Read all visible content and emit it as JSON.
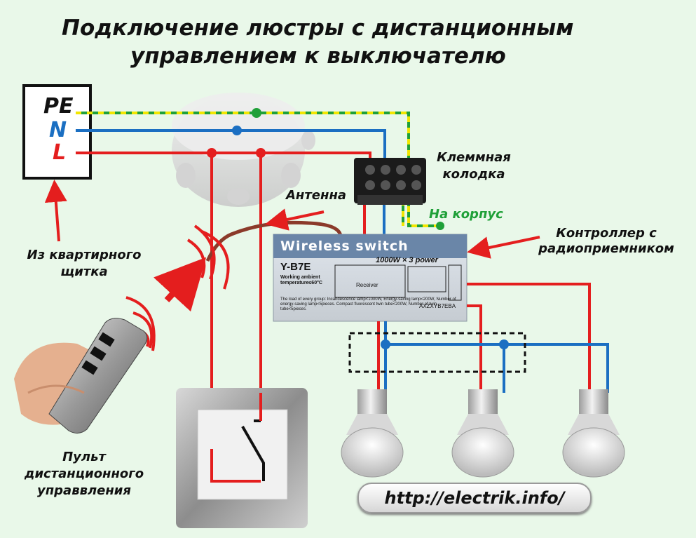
{
  "title": {
    "line1": "Подключение люстры с дистанционным",
    "line2": "управлением к выключателю"
  },
  "panel": {
    "pe": "PE",
    "n": "N",
    "l": "L"
  },
  "labels": {
    "terminal_block": "Клеммная колодка",
    "antenna": "Антенна",
    "to_chassis": "На корпус",
    "controller": "Контроллер с радиоприемником",
    "from_panel": "Из квартирного щитка",
    "remote": "Пульт дистанционного управвления"
  },
  "device": {
    "name": "Wireless switch",
    "model": "Y-B7E",
    "power": "1000W × 3 power",
    "ambient": "Working ambient temperature≤60°C",
    "receiver": "Receiver",
    "code": "AXZXYB7EBA",
    "load_text": "The load of every group: Incandescence lamp<1000W, Energy-saving lamp<200W, Number of energy-saving lamp<5pieces. Compact fluorescent twin tube<200W, Number of twin tube<5pieces."
  },
  "website": "http://electrik.info/",
  "colors": {
    "background": "#e9f8e9",
    "phase_wire": "#e41e1e",
    "neutral_wire": "#1b6fc2",
    "pe_wire_green": "#1fa038",
    "pe_wire_yellow": "#f2e600",
    "antenna_wire": "#8b3a2a"
  },
  "icons": [
    "junction-box",
    "terminal-block",
    "remote-control",
    "wall-switch",
    "led-bulb"
  ]
}
